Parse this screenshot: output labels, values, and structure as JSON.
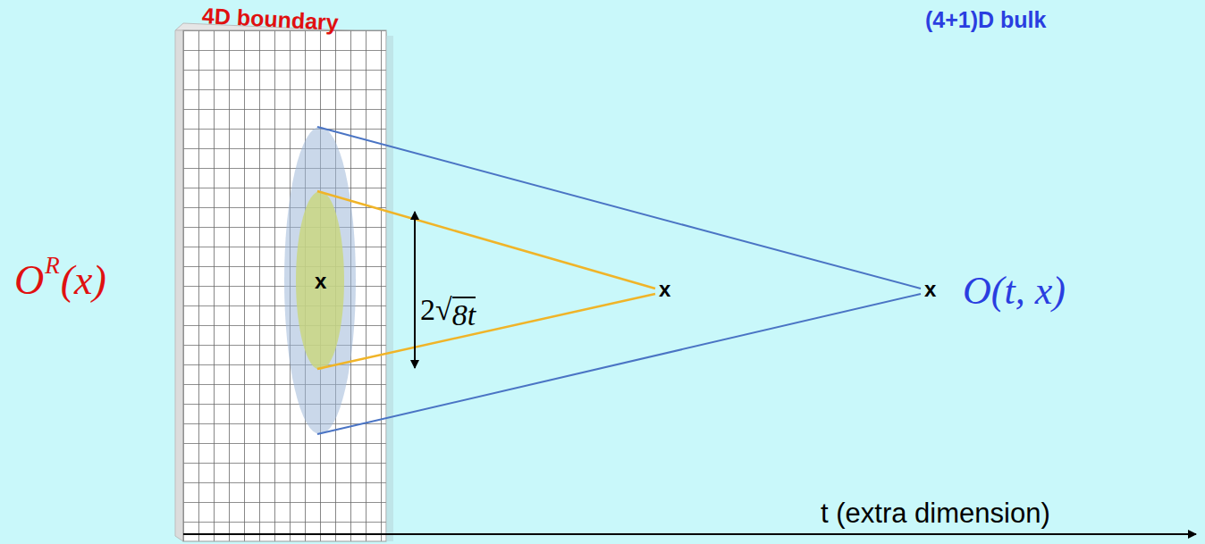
{
  "diagram": {
    "labels": [
      "4D boundary",
      "(4+1)D bulk",
      "O",
      "R",
      "(x)",
      "x",
      "2√",
      "8t",
      "x",
      "x",
      "O(t, x)",
      "t (extra dimension)"
    ]
  }
}
